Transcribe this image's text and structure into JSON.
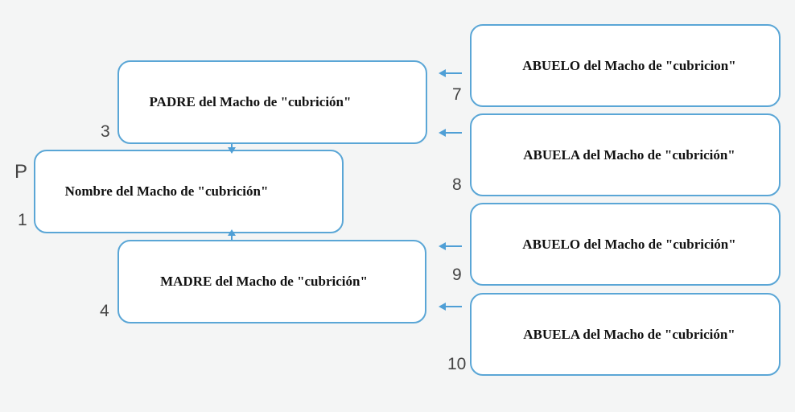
{
  "boxes": {
    "padre": "PADRE del Macho de \"cubrición\"",
    "nombre": "Nombre del Macho de \"cubrición\"",
    "madre": "MADRE del Macho de \"cubrición\"",
    "abuelo_paterno": "ABUELO del Macho de \"cubricion\"",
    "abuela_paterna": "ABUELA del Macho de \"cubrición\"",
    "abuelo_materno": "ABUELO del Macho de \"cubrición\"",
    "abuela_materna": "ABUELA del Macho de \"cubrición\""
  },
  "labels": {
    "p": "P",
    "n1": "1",
    "n3": "3",
    "n4": "4",
    "n7": "7",
    "n8": "8",
    "n9": "9",
    "n10": "10"
  },
  "colors": {
    "border": "#5aa6d6",
    "arrow": "#4f9fd6",
    "number": "#444444"
  }
}
